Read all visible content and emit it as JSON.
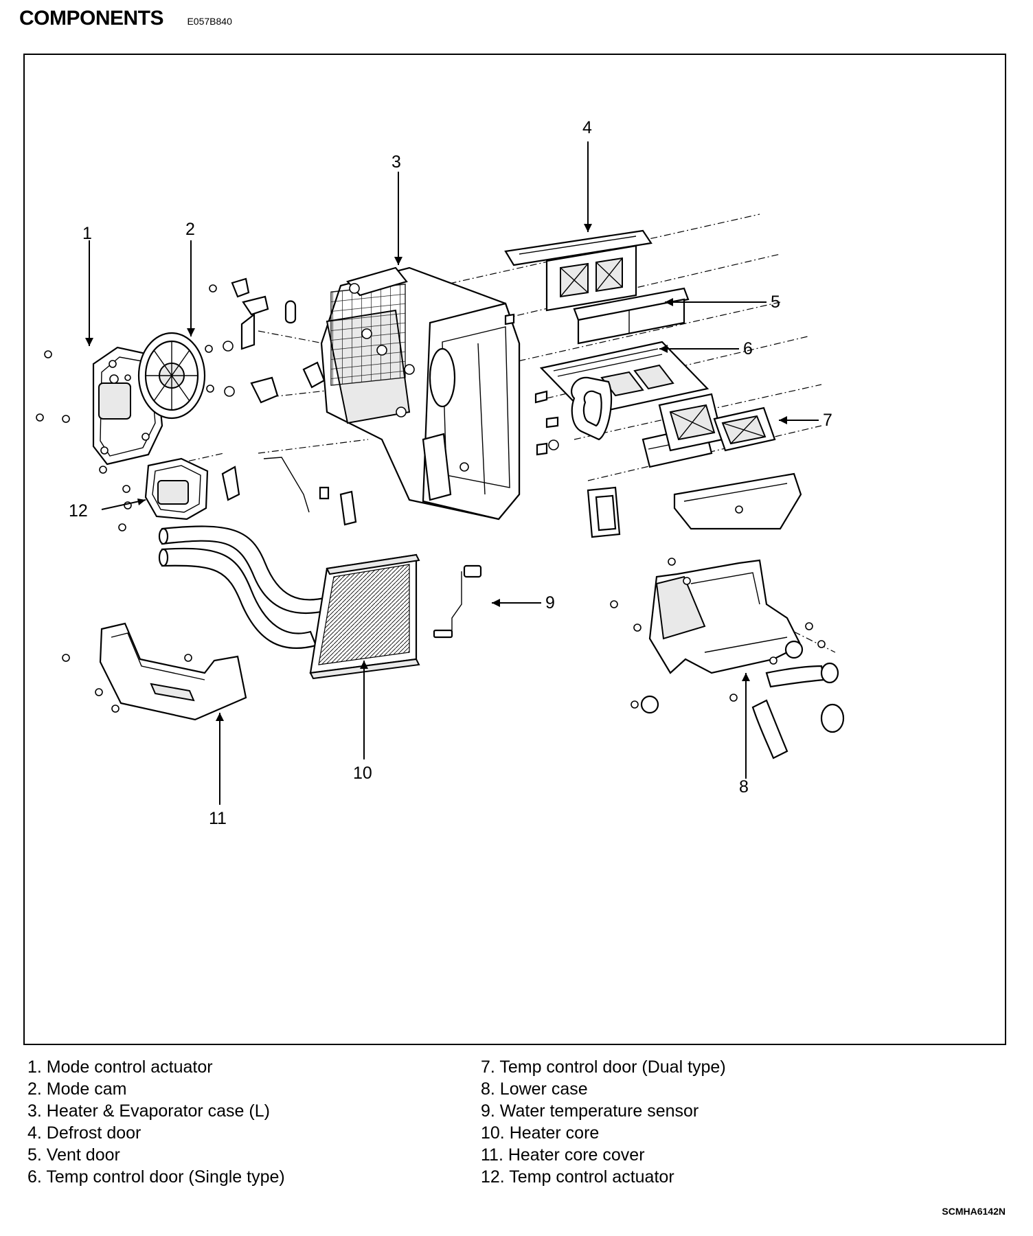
{
  "header": {
    "title": "COMPONENTS",
    "code": "E057B840"
  },
  "callouts": [
    "1",
    "2",
    "3",
    "4",
    "5",
    "6",
    "7",
    "8",
    "9",
    "10",
    "11",
    "12"
  ],
  "legend": {
    "left": [
      "1. Mode control actuator",
      "2. Mode cam",
      "3. Heater & Evaporator case (L)",
      "4. Defrost door",
      "5. Vent door",
      "6. Temp control door (Single type)"
    ],
    "right": [
      "7. Temp control door (Dual type)",
      "8. Lower case",
      "9. Water temperature sensor",
      "10. Heater core",
      "11. Heater core cover",
      "12. Temp control actuator"
    ]
  },
  "footer": {
    "code": "SCMHA6142N"
  }
}
